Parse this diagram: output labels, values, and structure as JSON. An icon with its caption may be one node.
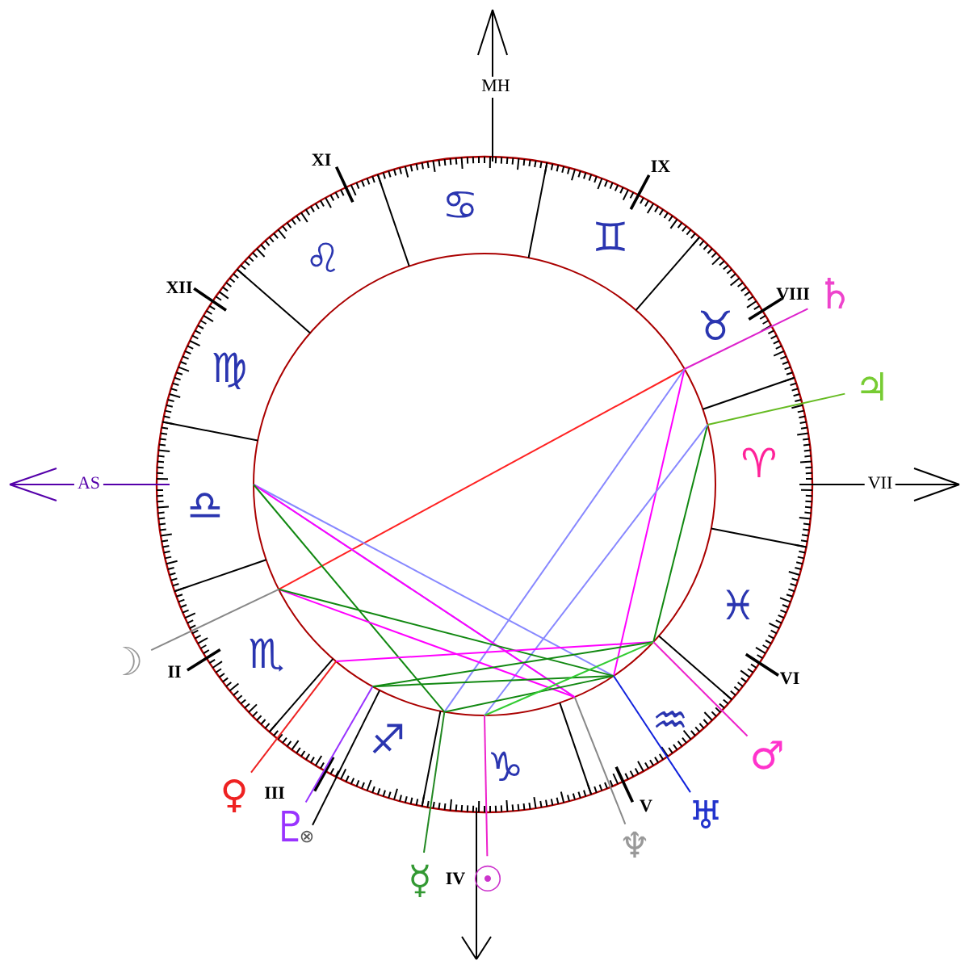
{
  "diagram": {
    "nodes": [
      {
        "text": [
          "♄"
        ]
      },
      {
        "text": [
          "♃"
        ]
      },
      {
        "text": [
          "☽"
        ]
      },
      {
        "text": [
          "♂"
        ]
      },
      {
        "text": [
          "♀"
        ]
      },
      {
        "text": [
          "♅"
        ]
      },
      {
        "text": [
          "♇"
        ]
      },
      {
        "text": [
          "⊗"
        ]
      },
      {
        "text": [
          "♆"
        ]
      },
      {
        "text": [
          "☿"
        ]
      },
      {
        "text": [
          "☉"
        ]
      }
    ],
    "edges": [
      {
        "from": 0,
        "to": null,
        "arrow": "none",
        "color": "#dd22cc"
      },
      {
        "from": 1,
        "to": null,
        "arrow": "none",
        "color": "#66bb22"
      },
      {
        "from": 2,
        "to": null,
        "arrow": "none",
        "color": "#888888"
      },
      {
        "from": 3,
        "to": null,
        "arrow": "none",
        "color": "#ee22cc"
      },
      {
        "from": 4,
        "to": null,
        "arrow": "none",
        "color": "#ee2222"
      },
      {
        "from": 5,
        "to": null,
        "arrow": "none",
        "color": "#1122dd"
      },
      {
        "from": 6,
        "to": null,
        "arrow": "none",
        "color": "#9933ff"
      },
      {
        "from": 7,
        "to": null,
        "arrow": "none",
        "color": "#000000"
      },
      {
        "from": 8,
        "to": null,
        "arrow": "none",
        "color": "#888888"
      },
      {
        "from": 9,
        "to": null,
        "arrow": "none",
        "color": "#228822"
      },
      {
        "from": 10,
        "to": null,
        "arrow": "none",
        "color": "#ee22cc"
      }
    ],
    "labels": [
      "MH",
      "XI",
      "IX",
      "♋",
      "♌",
      "♊",
      "XII",
      "VIII",
      "♍",
      "♉",
      "♈",
      "AS",
      "♎",
      "VII",
      "♓",
      "♏",
      "II",
      "VI",
      "♒",
      "♐",
      "♑",
      "III",
      "V",
      "IV"
    ]
  }
}
